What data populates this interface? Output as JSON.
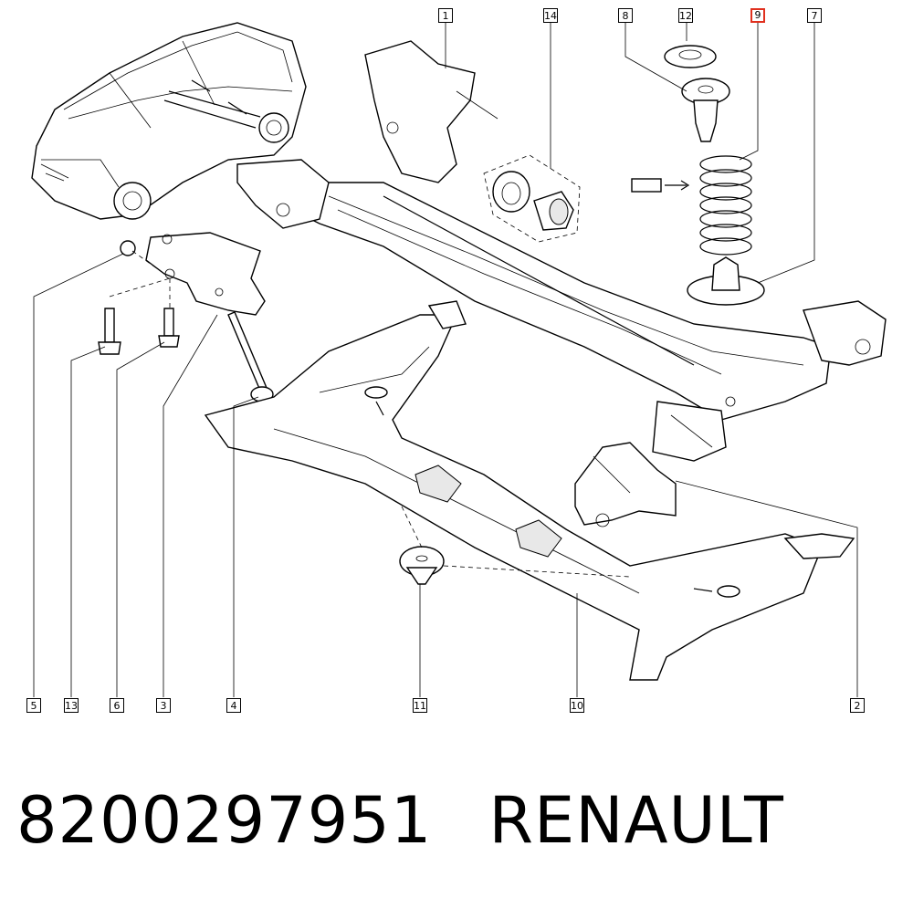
{
  "callouts": {
    "c1": "1",
    "c14": "14",
    "c8": "8",
    "c12": "12",
    "c9": "9",
    "c7": "7",
    "c5": "5",
    "c13": "13",
    "c6": "6",
    "c3": "3",
    "c4": "4",
    "c11": "11",
    "c10": "10",
    "c2": "2"
  },
  "highlight_color": "#e0301e",
  "caption": {
    "part_number": "8200297951",
    "brand": "RENAULT"
  }
}
